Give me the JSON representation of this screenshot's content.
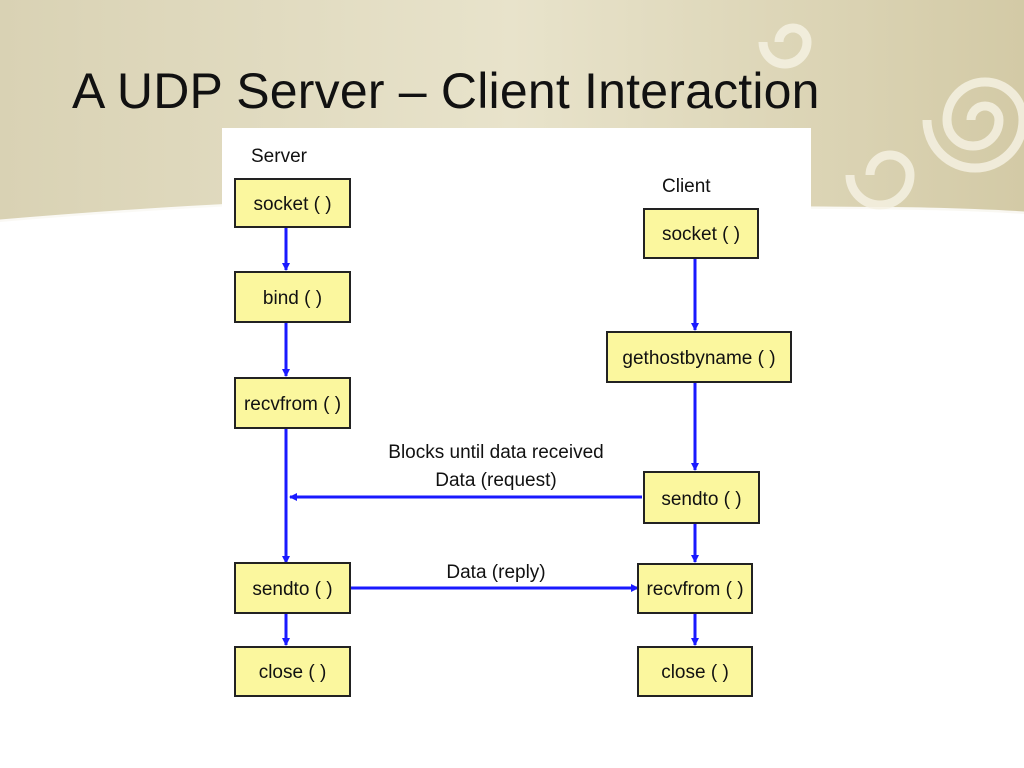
{
  "slide": {
    "title": "A UDP Server – Client Interaction"
  },
  "diagram": {
    "lanes": {
      "server_label": "Server",
      "client_label": "Client"
    },
    "server_steps": [
      "socket ( )",
      "bind ( )",
      "recvfrom ( )",
      "sendto ( )",
      "close ( )"
    ],
    "client_steps": [
      "socket ( )",
      "gethostbyname ( )",
      "sendto ( )",
      "recvfrom ( )",
      "close ( )"
    ],
    "messages": {
      "request_note": "Blocks until data received",
      "request": "Data (request)",
      "reply": "Data (reply)"
    }
  },
  "colors": {
    "box_fill": "#fbf79e",
    "box_border": "#222222",
    "arrow": "#1a1aff",
    "banner": "#e2dcc0",
    "text": "#111111"
  }
}
